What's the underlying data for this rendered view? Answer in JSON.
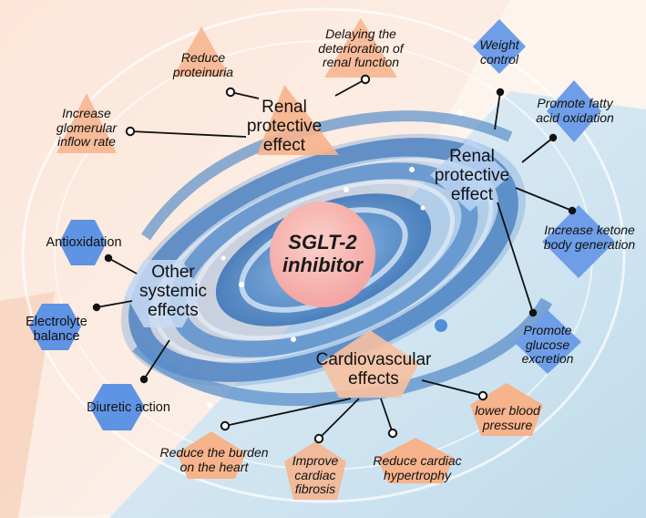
{
  "center": {
    "line1": "SGLT-2",
    "line2": "inhibitor"
  },
  "renal_left": {
    "title": [
      "Renal",
      "protective",
      "effect"
    ],
    "items": {
      "proteinuria": [
        "Reduce",
        "proteinuria"
      ],
      "deterioration": [
        "Delaying the",
        "deterioration of",
        "renal function"
      ],
      "glomerular": [
        "Increase",
        "glomerular",
        "inflow rate"
      ]
    }
  },
  "renal_right": {
    "title": [
      "Renal",
      "protective",
      "effect"
    ],
    "items": {
      "weight": [
        "Weight",
        "control"
      ],
      "fatty_acid": [
        "Promote fatty",
        "acid oxidation"
      ],
      "ketone": [
        "Increase ketone",
        "body generation"
      ],
      "glucose": [
        "Promote",
        "glucose",
        "excretion"
      ]
    }
  },
  "systemic": {
    "title": [
      "Other",
      "systemic",
      "effects"
    ],
    "items": {
      "antioxidation": [
        "Antioxidation"
      ],
      "electrolyte": [
        "Electrolyte",
        "balance"
      ],
      "diuretic": [
        "Diuretic action"
      ]
    }
  },
  "cardio": {
    "title": [
      "Cardiovascular",
      "effects"
    ],
    "items": {
      "bp": [
        "lower blood",
        "pressure"
      ],
      "burden": [
        "Reduce the burden",
        "on the heart"
      ],
      "fibrosis": [
        "Improve",
        "cardiac",
        "fibrosis"
      ],
      "hypertrophy": [
        "Reduce cardiac",
        "hypertrophy"
      ]
    }
  },
  "colors": {
    "background_peach": "#fbe3d3",
    "background_blue": "#d6ebf5",
    "galaxy_blue": "#5b8fc9",
    "center_circle": "#f6b4b0",
    "triangle_orange": "#f6b38c",
    "diamond_blue": "#6f9ee8",
    "hexagon_blue": "#5f93e4",
    "pentagon_orange": "#f6b38c",
    "connector": "#111111"
  }
}
